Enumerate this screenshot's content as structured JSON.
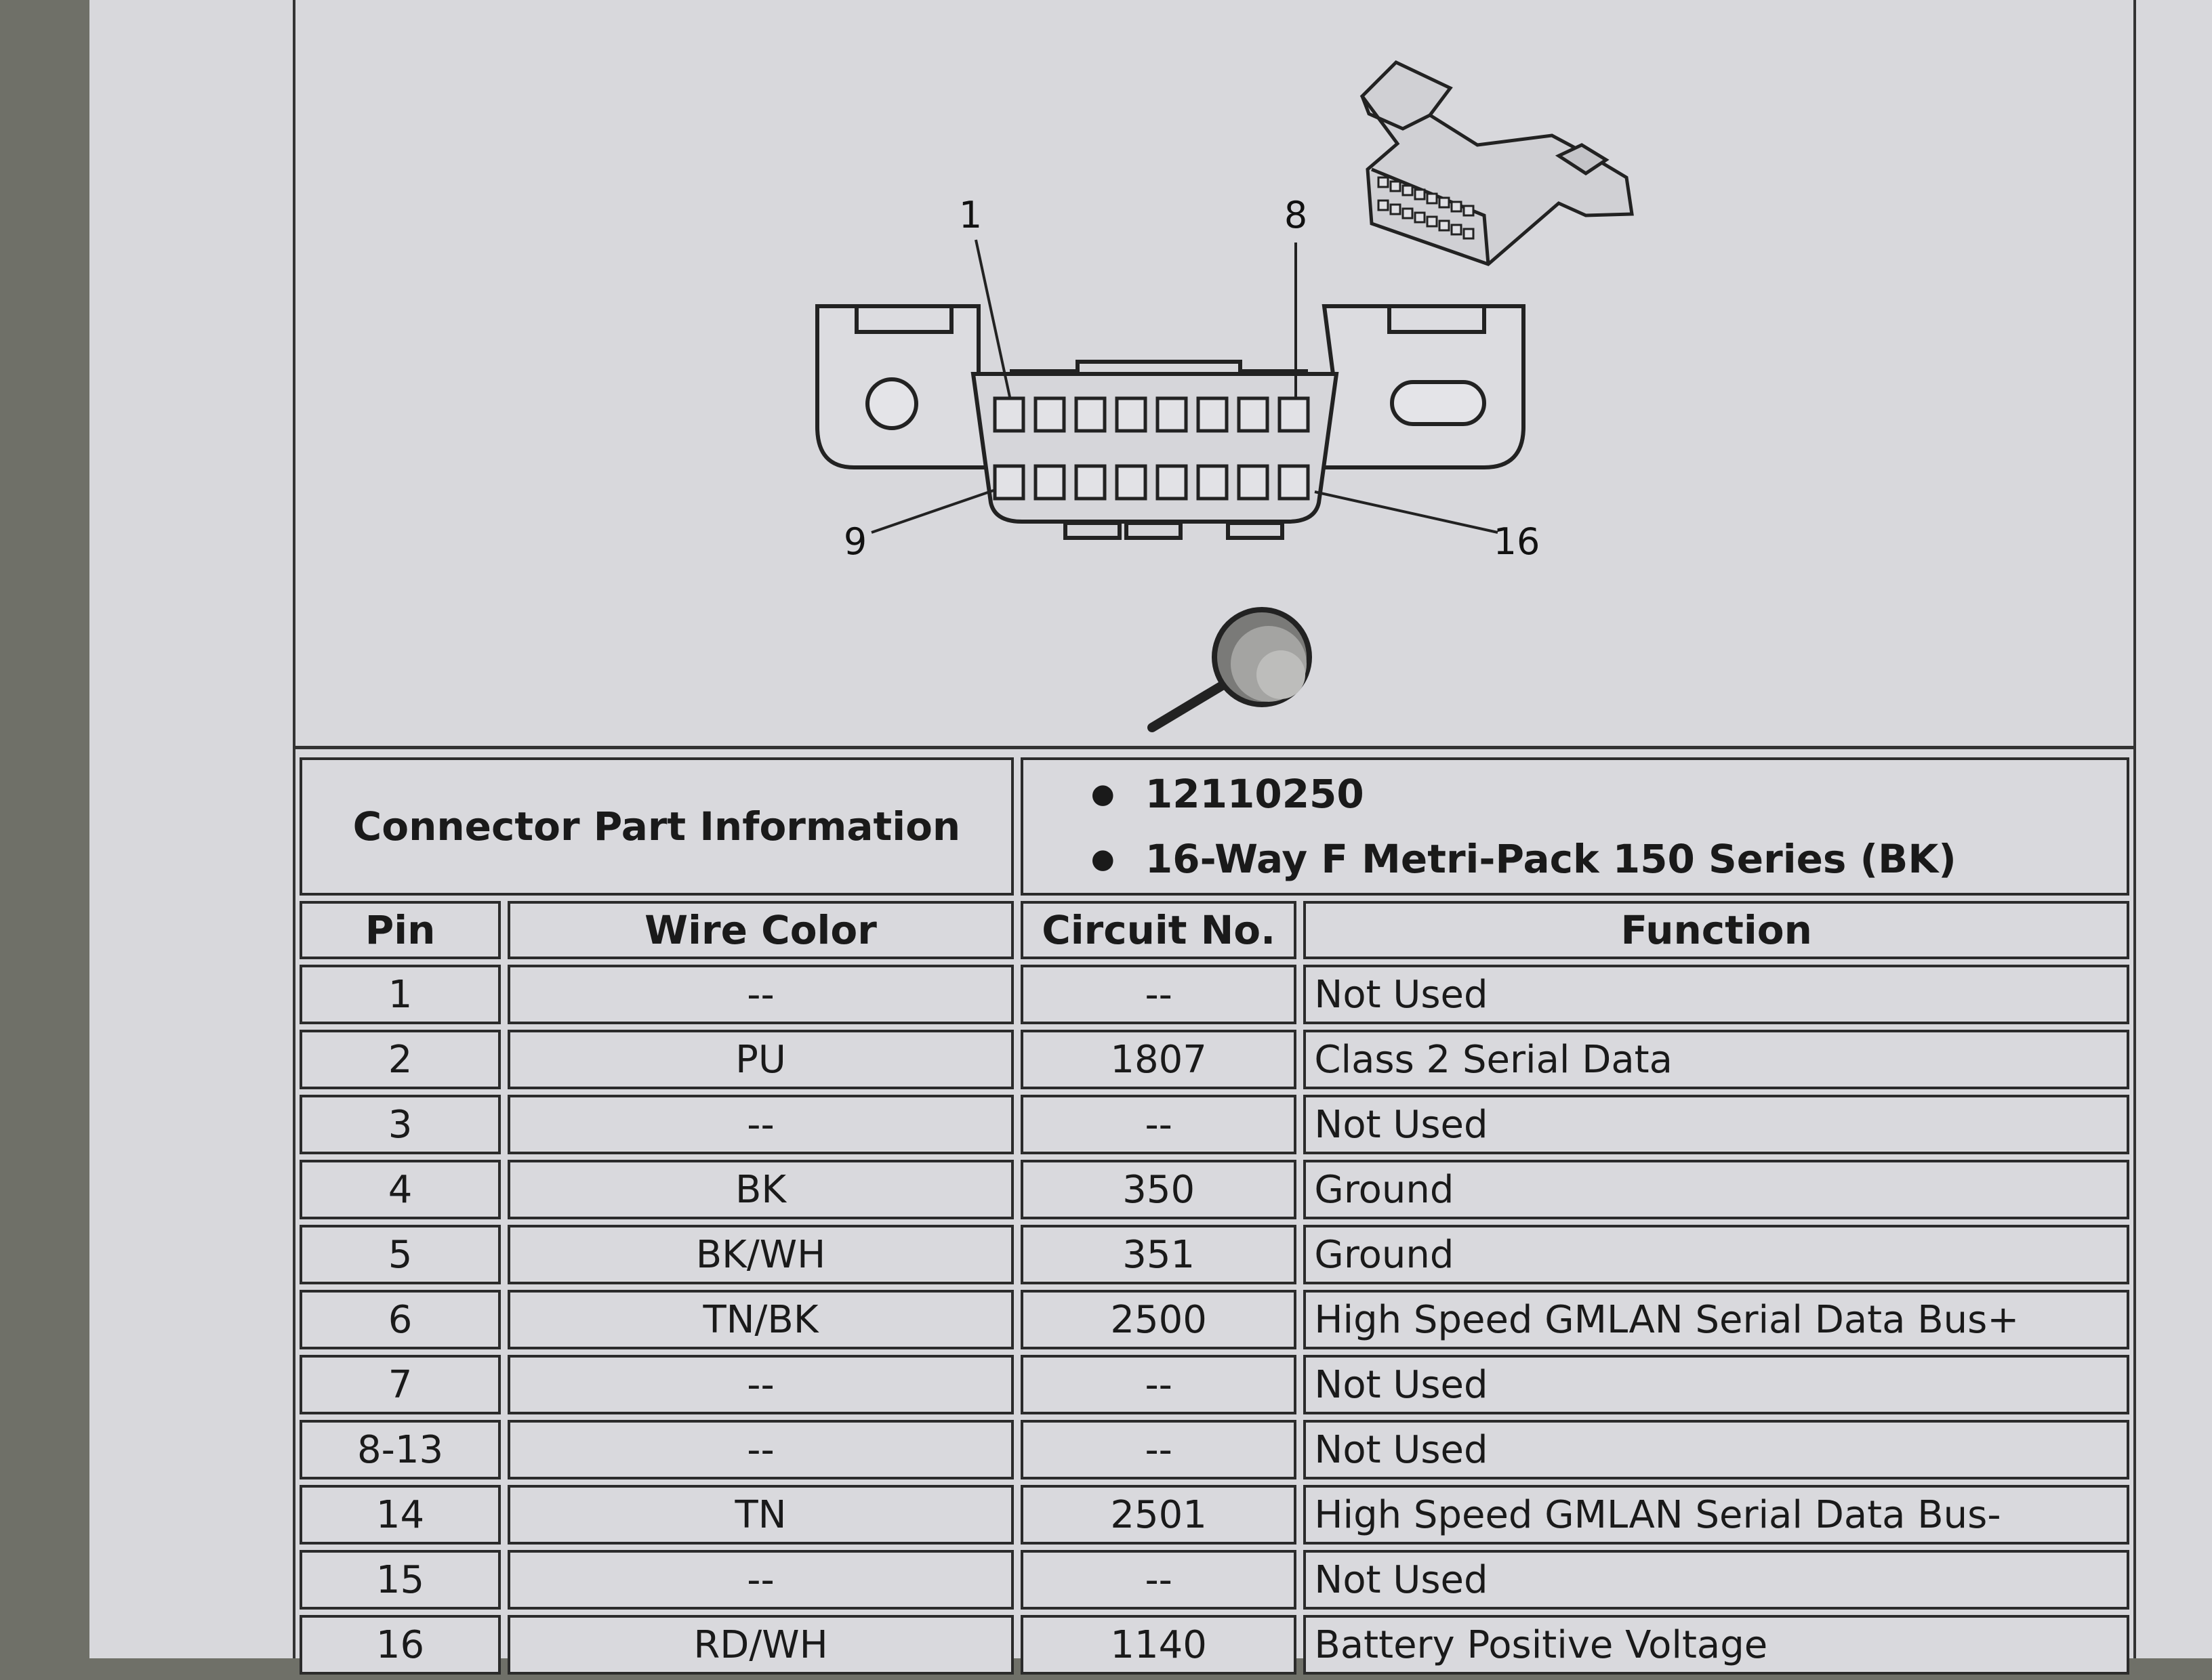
{
  "diagram": {
    "pin_labels": {
      "top_left": "1",
      "top_right": "8",
      "bottom_left": "9",
      "bottom_right": "16"
    },
    "icons": [
      "obd-connector-3d-icon",
      "magnifier-icon"
    ]
  },
  "connector_info": {
    "label": "Connector Part Information",
    "values": [
      "12110250",
      "16-Way F Metri-Pack 150 Series (BK)"
    ]
  },
  "table": {
    "headers": [
      "Pin",
      "Wire Color",
      "Circuit No.",
      "Function"
    ],
    "rows": [
      {
        "pin": "1",
        "wire": "--",
        "circuit": "--",
        "function": "Not Used"
      },
      {
        "pin": "2",
        "wire": "PU",
        "circuit": "1807",
        "function": "Class 2 Serial Data"
      },
      {
        "pin": "3",
        "wire": "--",
        "circuit": "--",
        "function": "Not Used"
      },
      {
        "pin": "4",
        "wire": "BK",
        "circuit": "350",
        "function": "Ground"
      },
      {
        "pin": "5",
        "wire": "BK/WH",
        "circuit": "351",
        "function": "Ground"
      },
      {
        "pin": "6",
        "wire": "TN/BK",
        "circuit": "2500",
        "function": "High Speed GMLAN Serial Data Bus+"
      },
      {
        "pin": "7",
        "wire": "--",
        "circuit": "--",
        "function": "Not Used"
      },
      {
        "pin": "8-13",
        "wire": "--",
        "circuit": "--",
        "function": "Not Used"
      },
      {
        "pin": "14",
        "wire": "TN",
        "circuit": "2501",
        "function": "High Speed GMLAN Serial Data Bus-"
      },
      {
        "pin": "15",
        "wire": "--",
        "circuit": "--",
        "function": "Not Used"
      },
      {
        "pin": "16",
        "wire": "RD/WH",
        "circuit": "1140",
        "function": "Battery Positive Voltage"
      }
    ]
  }
}
